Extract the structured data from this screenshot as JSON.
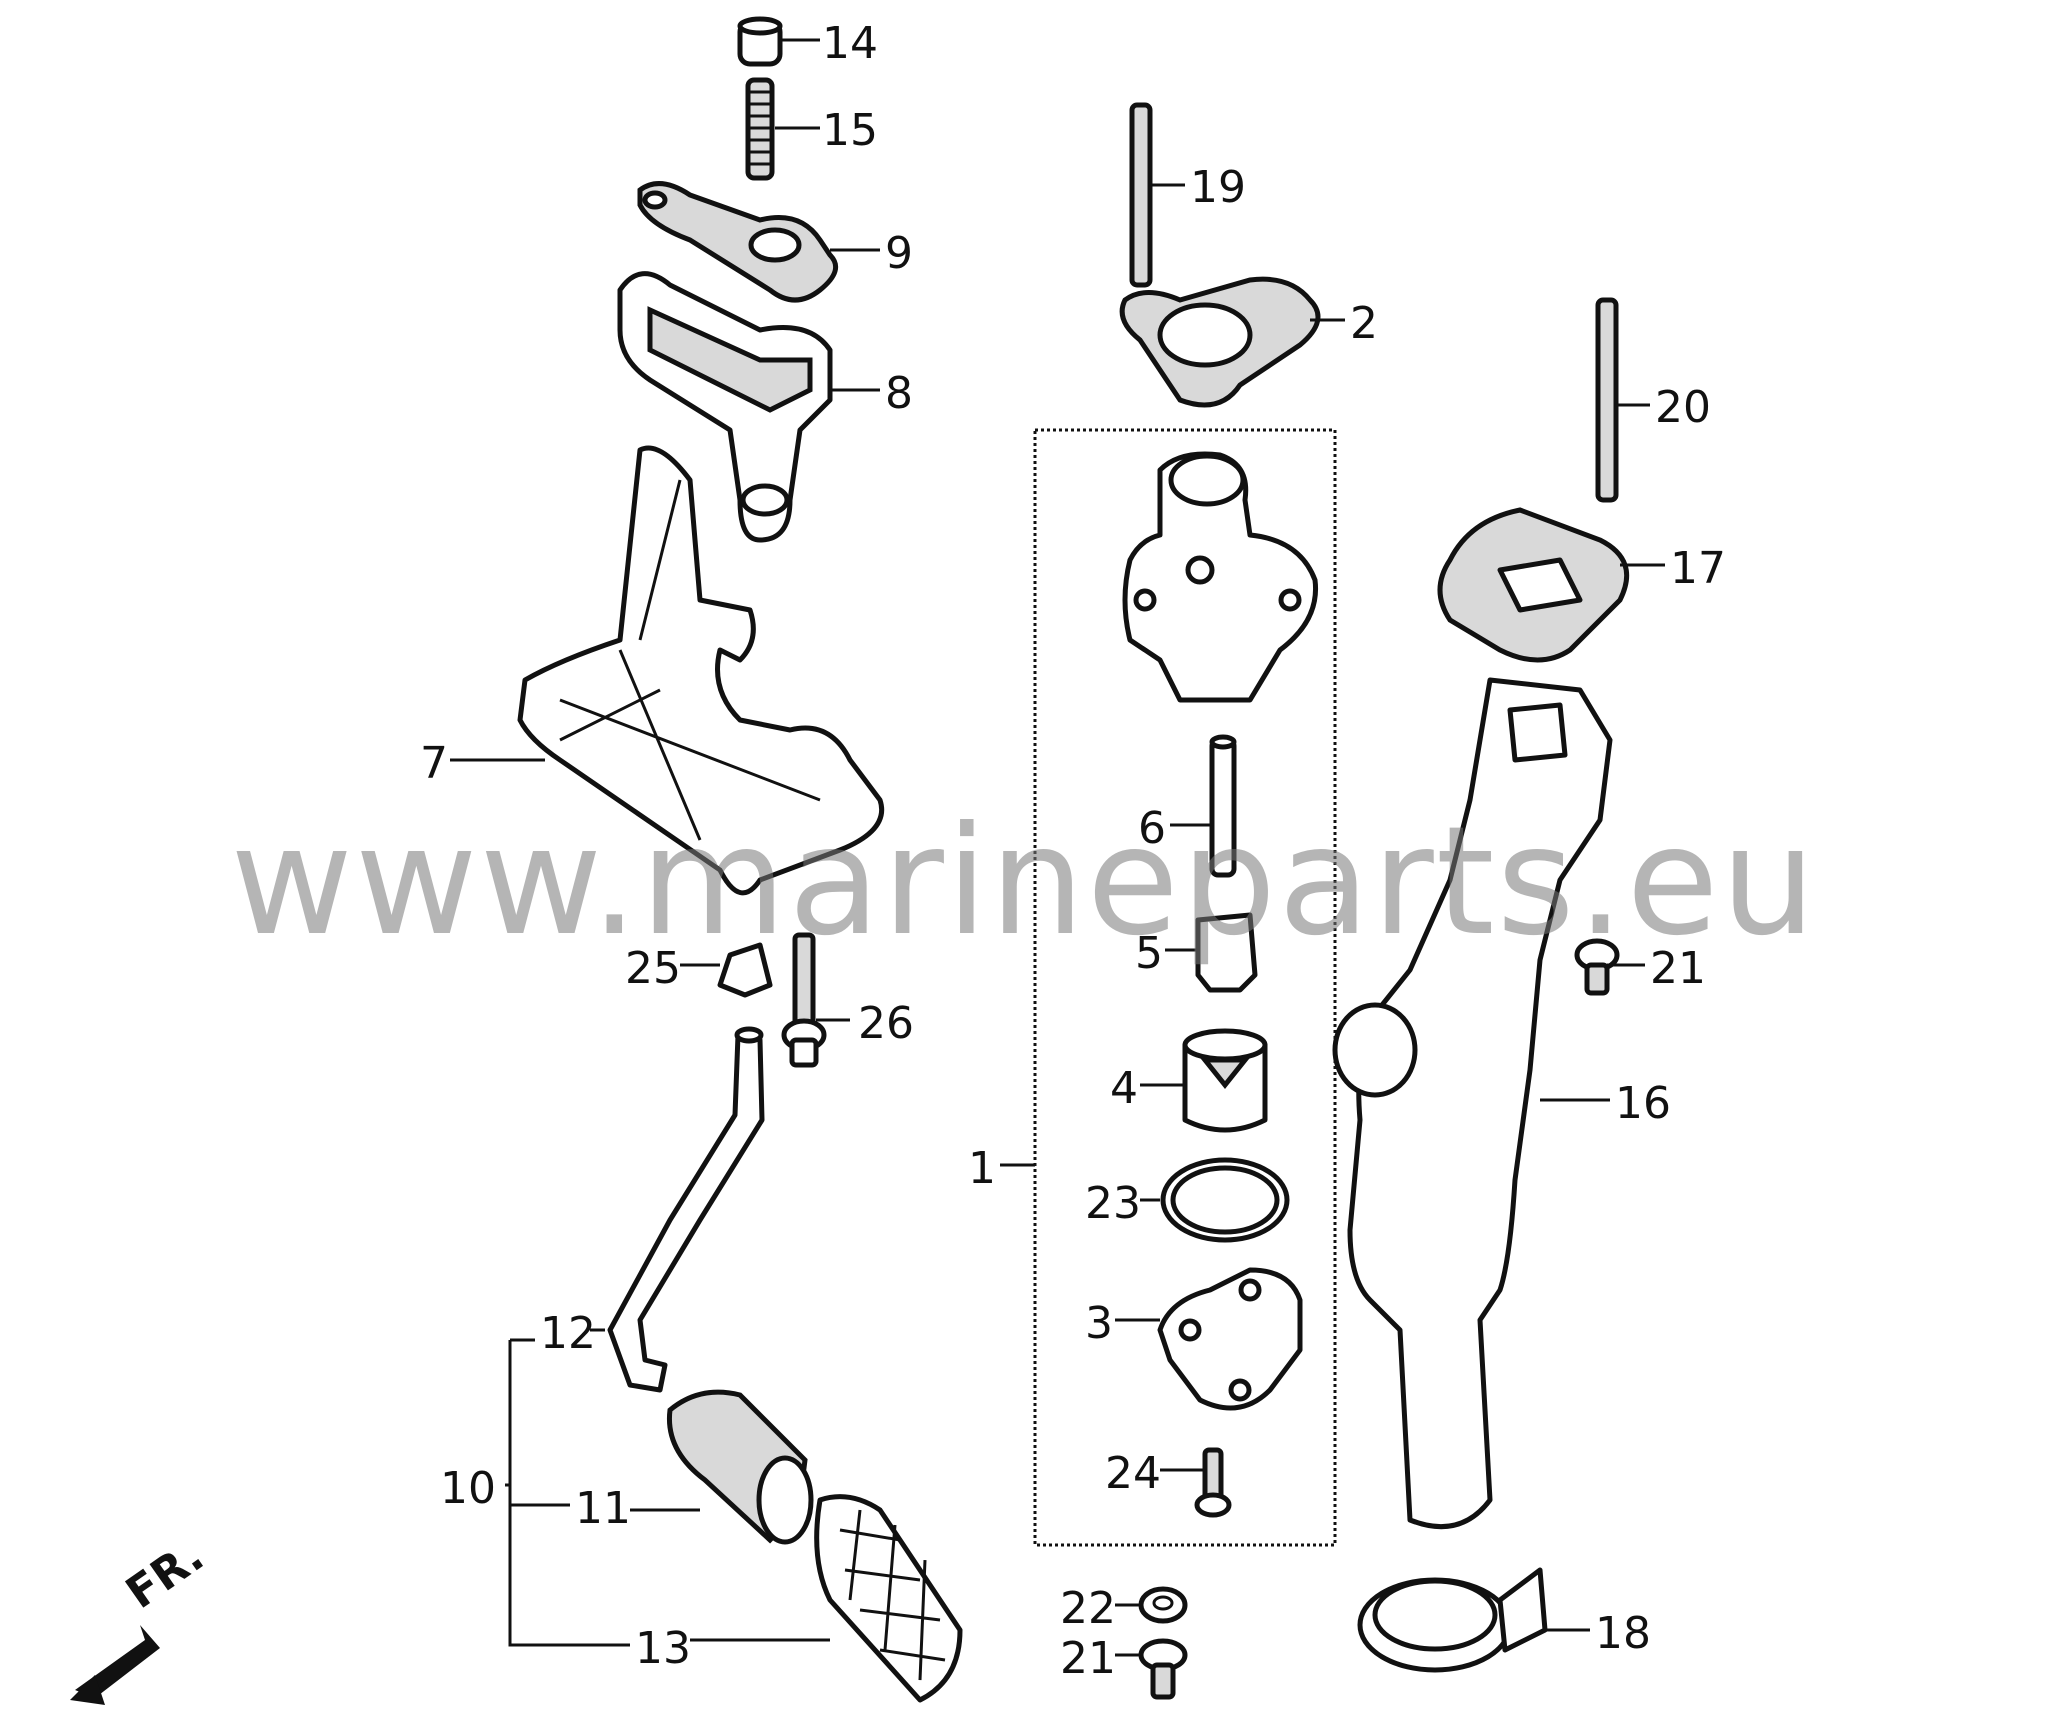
{
  "watermark": "www.marineparts.eu",
  "front_marker": "FR.",
  "callouts": {
    "c1": "1",
    "c2": "2",
    "c3": "3",
    "c4": "4",
    "c5": "5",
    "c6": "6",
    "c7": "7",
    "c8": "8",
    "c9": "9",
    "c10": "10",
    "c11": "11",
    "c12": "12",
    "c13": "13",
    "c14": "14",
    "c15": "15",
    "c16": "16",
    "c17": "17",
    "c18": "18",
    "c19": "19",
    "c20": "20",
    "c21a": "21",
    "c21b": "21",
    "c22": "22",
    "c23": "23",
    "c24": "24",
    "c25": "25",
    "c26": "26"
  }
}
